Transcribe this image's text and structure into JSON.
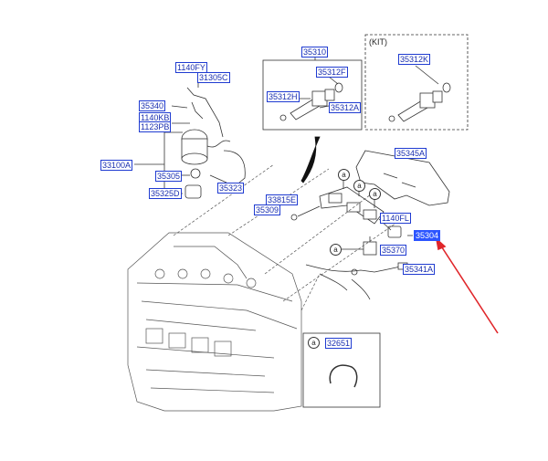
{
  "diagram": {
    "kit_label": "(KIT)",
    "detail_marker": "a",
    "accent_color": "#2c55ff",
    "arrow_color": "#e0262a",
    "parts": {
      "p35310": "35310",
      "p35312f": "35312F",
      "p35312h": "35312H",
      "p35312a": "35312A",
      "p35312k": "35312K",
      "p1140fy": "1140FY",
      "p31305c": "31305C",
      "p35340": "35340",
      "p1140kb": "1140KB",
      "p1123pb": "1123PB",
      "p33100a": "33100A",
      "p35305": "35305",
      "p35325d": "35325D",
      "p35323": "35323",
      "p33815e": "33815E",
      "p35309": "35309",
      "p35345a": "35345A",
      "p1140fl": "1140FL",
      "p35304": "35304",
      "p35370": "35370",
      "p35341a": "35341A",
      "p32651": "32651"
    },
    "highlighted_part": "35304"
  }
}
